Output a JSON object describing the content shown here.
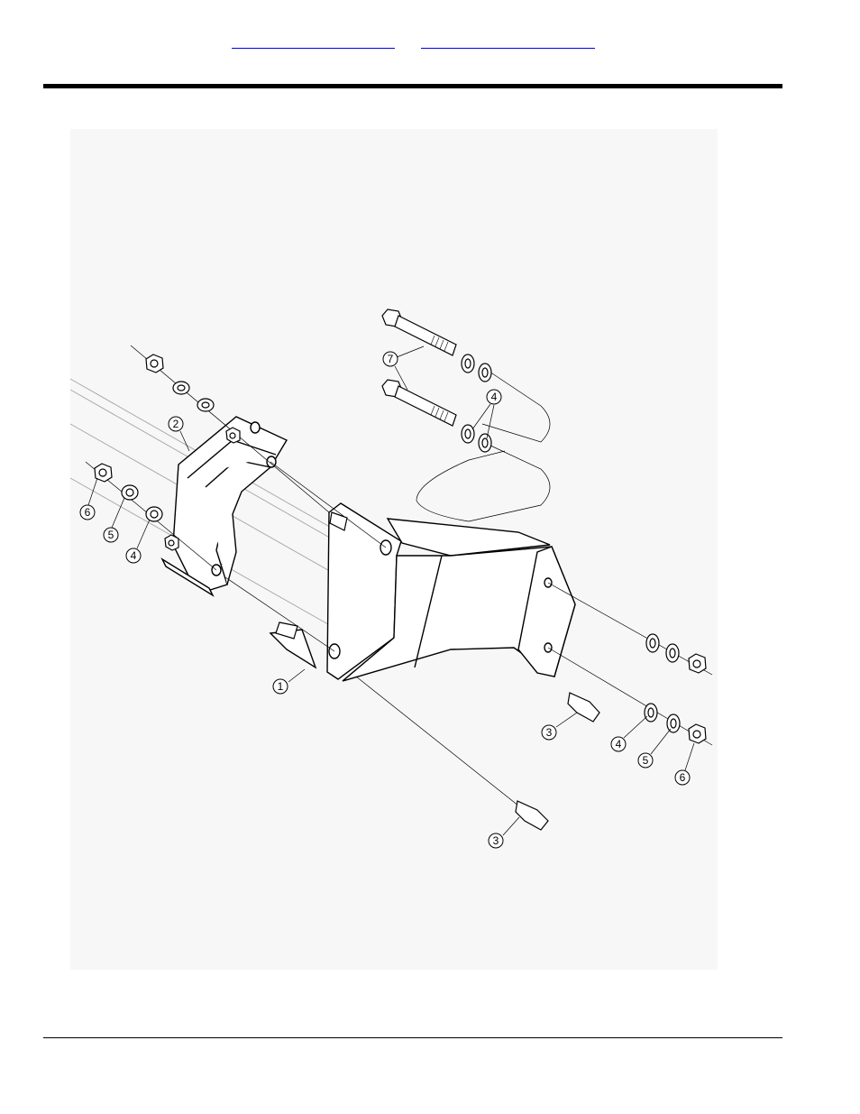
{
  "header": {
    "links": [
      {
        "label": ""
      },
      {
        "label": ""
      }
    ]
  },
  "diagram": {
    "callouts": [
      "1",
      "2",
      "3",
      "3",
      "4",
      "4",
      "4",
      "5",
      "5",
      "6",
      "6",
      "7"
    ]
  },
  "colors": {
    "line": "#000000",
    "panel_bg": "#f7f7f7",
    "link": "#0000ee"
  }
}
